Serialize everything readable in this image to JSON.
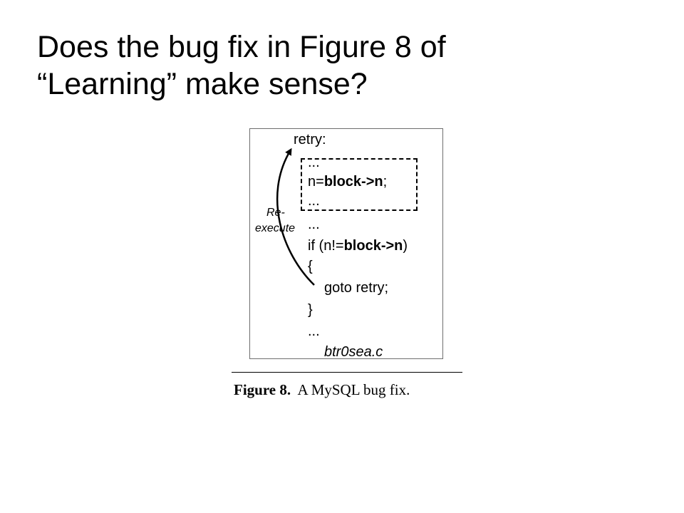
{
  "slide": {
    "title_line1": "Does the bug fix in Figure 8 of",
    "title_line2": "“Learning” make sense?"
  },
  "figure": {
    "code": {
      "retry_label": "retry:",
      "dots1": "...",
      "assign_prefix": "n=",
      "assign_bold": "block->n",
      "assign_suffix": ";",
      "dots2": "...",
      "dots3": "...",
      "if_prefix": "if (n!=",
      "if_bold": "block->n",
      "if_suffix": ")",
      "open_brace": "{",
      "goto_stmt": "goto retry;",
      "close_brace": "}",
      "dots4": "...",
      "filename": "btr0sea.c"
    },
    "annotation_line1": "Re-",
    "annotation_line2": "execute",
    "caption_label": "Figure 8.",
    "caption_text": "A MySQL bug fix."
  }
}
